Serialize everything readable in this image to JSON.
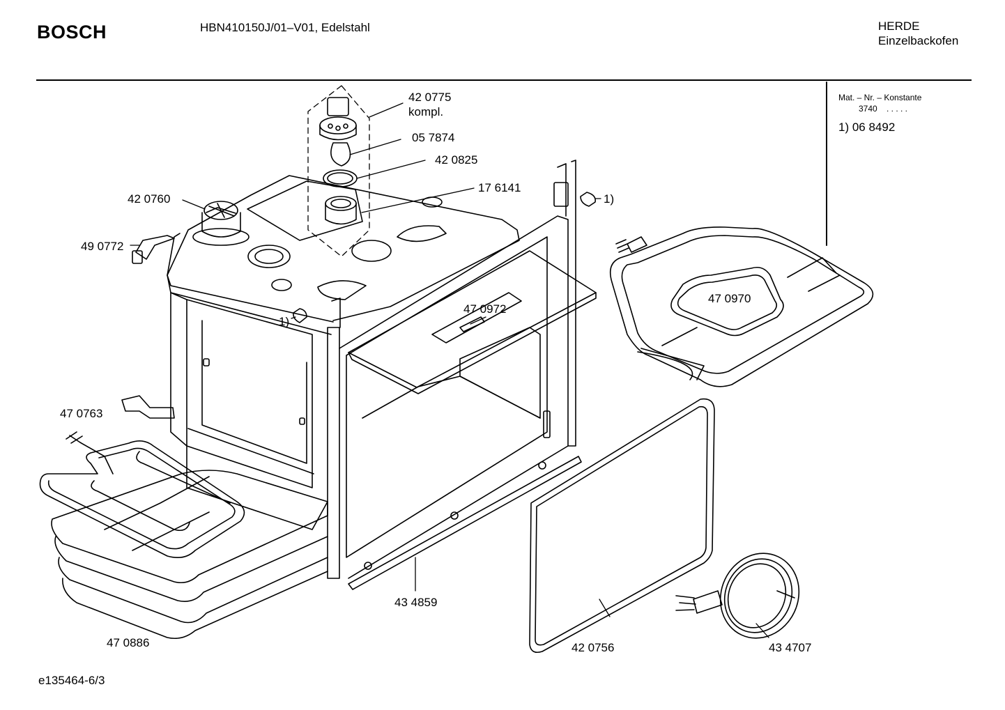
{
  "header": {
    "brand": "BOSCH",
    "model": "HBN410150J/01–V01, Edelstahl",
    "category_line1": "HERDE",
    "category_line2": "Einzelbackofen"
  },
  "info_box": {
    "label": "Mat. – Nr. – Konstante",
    "code": "3740",
    "dots": ". . . . .",
    "footnote": "1) 06 8492"
  },
  "parts": {
    "p420775": "42 0775",
    "p420775_note": "kompl.",
    "p057874": "05 7874",
    "p420825": "42 0825",
    "p176141": "17 6141",
    "p420760": "42 0760",
    "p490772": "49 0772",
    "p470972": "47 0972",
    "p470970": "47 0970",
    "p470763": "47 0763",
    "p434859": "43 4859",
    "p470886": "47 0886",
    "p420756": "42 0756",
    "p434707": "43 4707",
    "fn_a": "1)",
    "fn_b": "1)"
  },
  "footer": {
    "doc_id": "e135464-6/3"
  }
}
